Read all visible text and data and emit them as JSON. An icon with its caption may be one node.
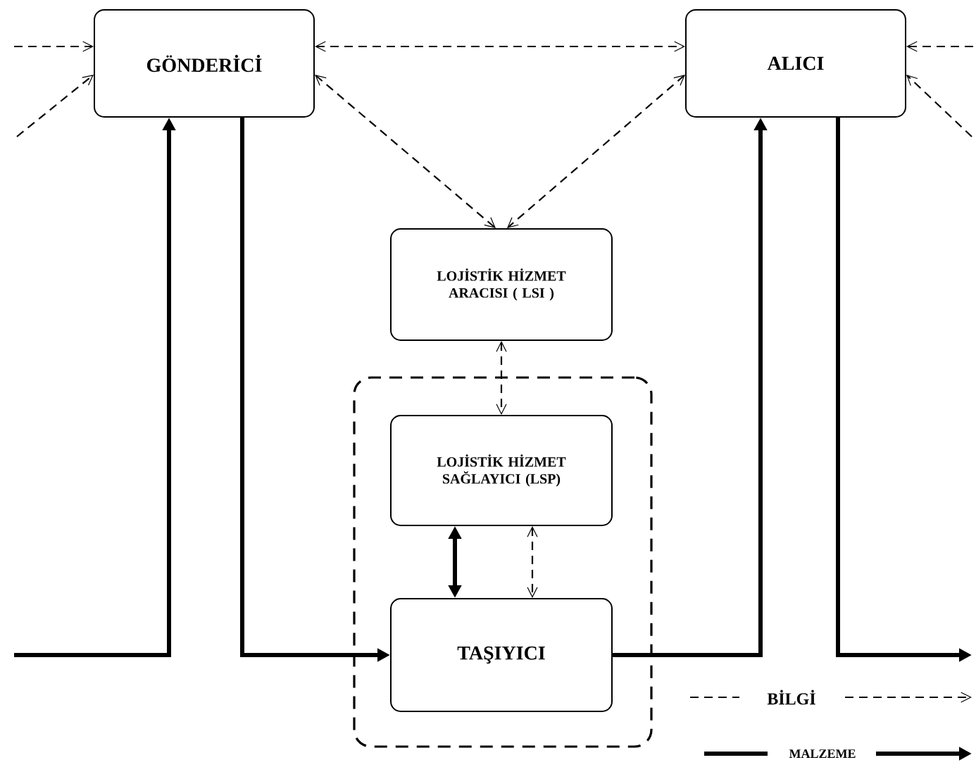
{
  "diagram": {
    "nodes": [
      {
        "text": [
          "GÖNDERİCİ"
        ]
      },
      {
        "text": [
          "ALICI"
        ]
      },
      {
        "text": [],
        "shape": "box"
      },
      {
        "text": [
          "LOJİSTİK HİZMET ARACISI ( LSI )"
        ]
      },
      {
        "text": [
          "LOJİSTİK HİZMET SAĞLAYICI (LSP)"
        ],
        "in": 2
      },
      {
        "text": [
          "TAŞIYICI"
        ],
        "in": 2
      }
    ],
    "edges": [
      {
        "from": null,
        "to": 0,
        "arrow": "to",
        "style": "dashed"
      },
      {
        "from": null,
        "to": 0,
        "arrow": "to",
        "style": "dashed"
      },
      {
        "from": 0,
        "to": 1,
        "arrow": "both",
        "style": "dashed"
      },
      {
        "from": 0,
        "to": 3,
        "arrow": "both",
        "style": "dashed"
      },
      {
        "from": 1,
        "to": 3,
        "arrow": "both",
        "style": "dashed"
      },
      {
        "from": null,
        "to": 1,
        "arrow": "to",
        "style": "dashed"
      },
      {
        "from": null,
        "to": 1,
        "arrow": "to",
        "style": "dashed"
      },
      {
        "from": 3,
        "to": 4,
        "arrow": "both",
        "style": "dashed"
      },
      {
        "from": 4,
        "to": 5,
        "arrow": "both",
        "style": "thick"
      },
      {
        "from": 4,
        "to": 5,
        "arrow": "both",
        "style": "dashed"
      },
      {
        "from": null,
        "to": 0,
        "arrow": "to",
        "style": "thick"
      },
      {
        "from": 0,
        "to": 5,
        "arrow": "to",
        "style": "thick"
      },
      {
        "from": 5,
        "to": 1,
        "arrow": "to",
        "style": "thick"
      },
      {
        "from": 1,
        "to": null,
        "arrow": "to",
        "style": "thick"
      }
    ],
    "legend": [
      {
        "text": "BİLGİ"
      },
      {
        "text": "MALZEME"
      }
    ]
  }
}
